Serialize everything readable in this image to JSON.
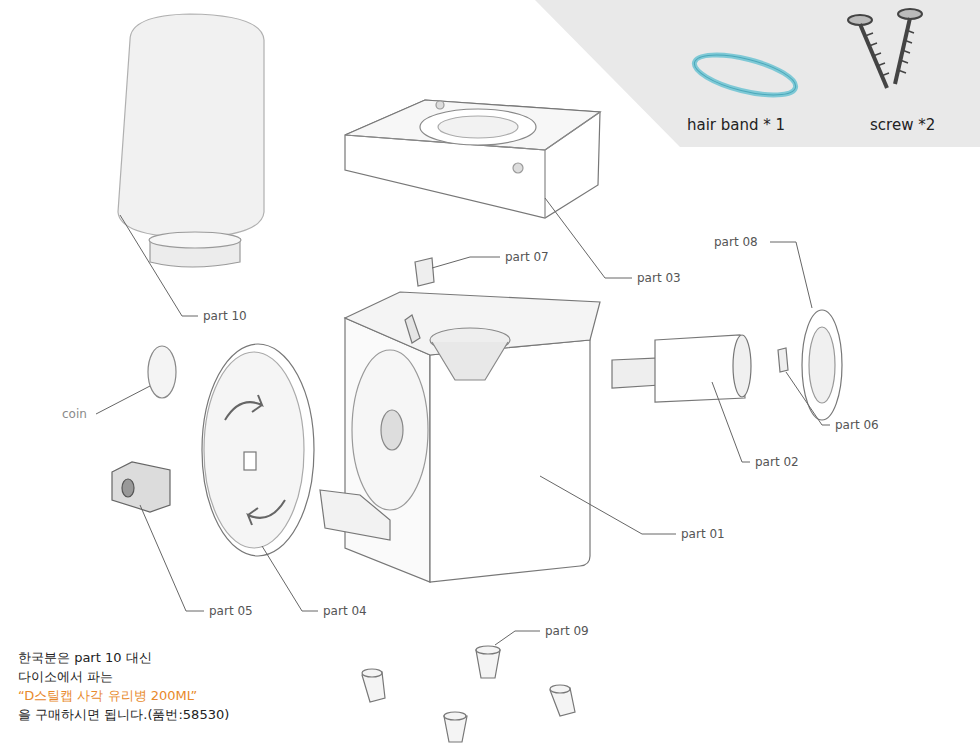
{
  "diagram": {
    "nodes": [
      {
        "text": [
          "hair band * 1",
          "screw *2"
        ]
      }
    ],
    "labels": [
      "part 10",
      "part 07",
      "part 03",
      "part 08",
      "coin",
      "part 02",
      "part 06",
      "part 01",
      "part 05",
      "part 04",
      "part 09",
      "한국분은 part 10 대신",
      "다이소에서 파는",
      "“D스틸캡 사각 유리병 200ML”",
      "을 구매하시면 됩니다.(품번:58530)"
    ]
  }
}
